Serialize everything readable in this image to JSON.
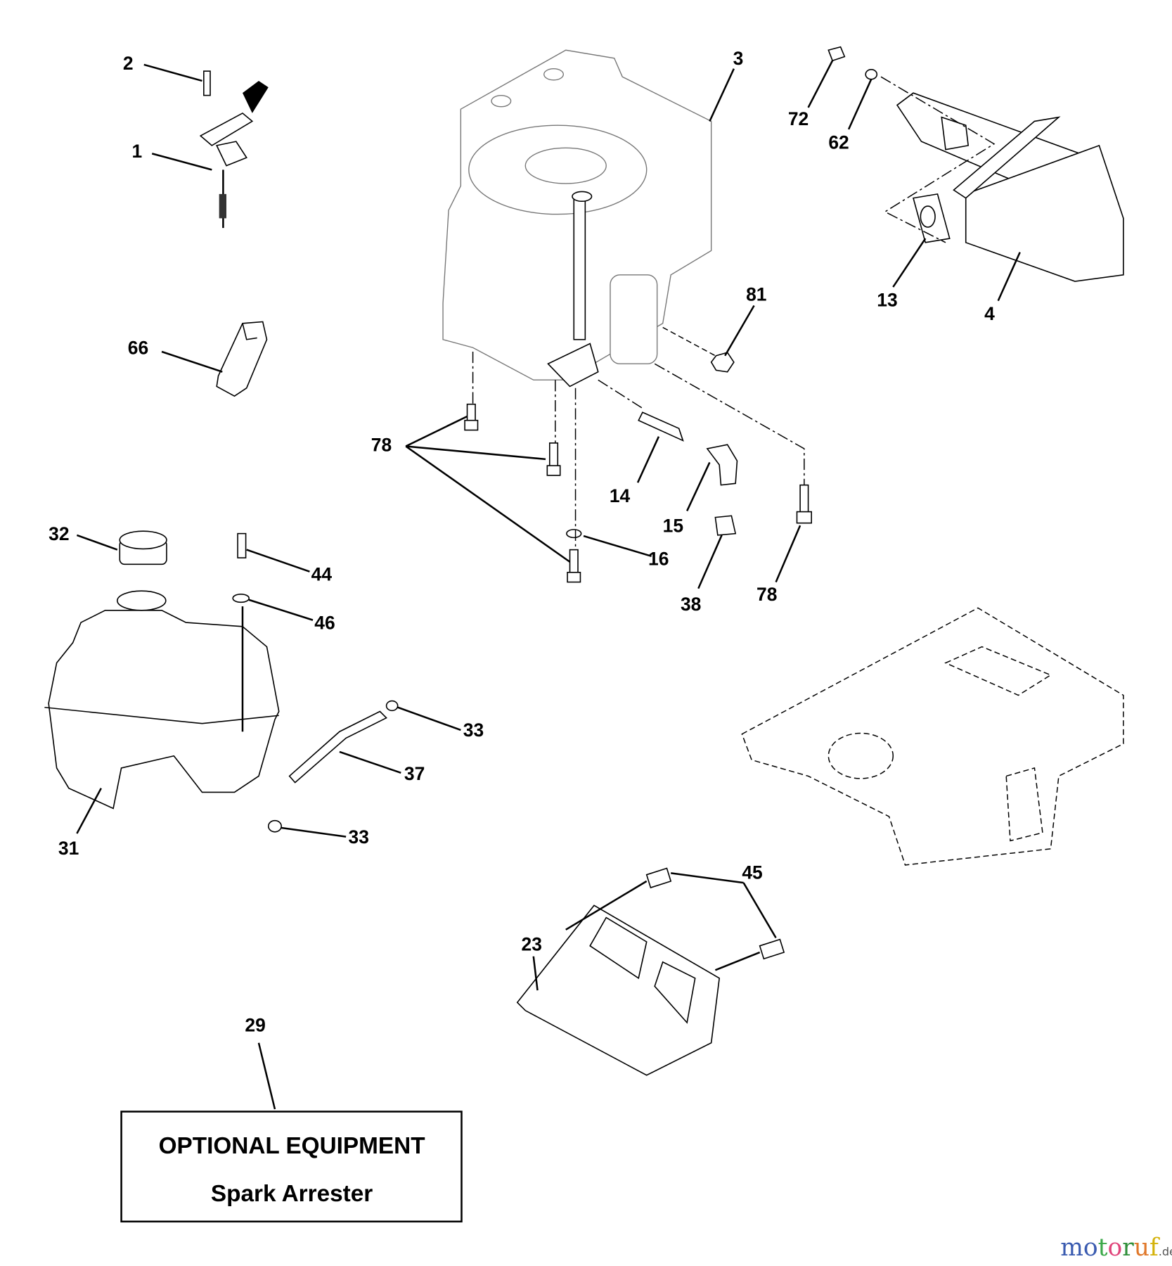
{
  "diagram": {
    "callouts": {
      "c1": "1",
      "c2": "2",
      "c3": "3",
      "c4": "4",
      "c13": "13",
      "c14": "14",
      "c15": "15",
      "c16": "16",
      "c23": "23",
      "c29": "29",
      "c31": "31",
      "c32": "32",
      "c33a": "33",
      "c33b": "33",
      "c37": "37",
      "c38": "38",
      "c44": "44",
      "c45": "45",
      "c46": "46",
      "c62": "62",
      "c66": "66",
      "c72": "72",
      "c78a": "78",
      "c78b": "78",
      "c81": "81"
    },
    "optional_box": {
      "title": "OPTIONAL EQUIPMENT",
      "subtitle": "Spark Arrester"
    }
  },
  "watermark": {
    "letters": [
      "m",
      "o",
      "t",
      "o",
      "r",
      "u",
      "f"
    ],
    "letter_colors": [
      "#3a5bb0",
      "#3a5bb0",
      "#3aa848",
      "#e0457b",
      "#2f8f3a",
      "#e0782a",
      "#d4b20a"
    ],
    "suffix": ".de"
  }
}
